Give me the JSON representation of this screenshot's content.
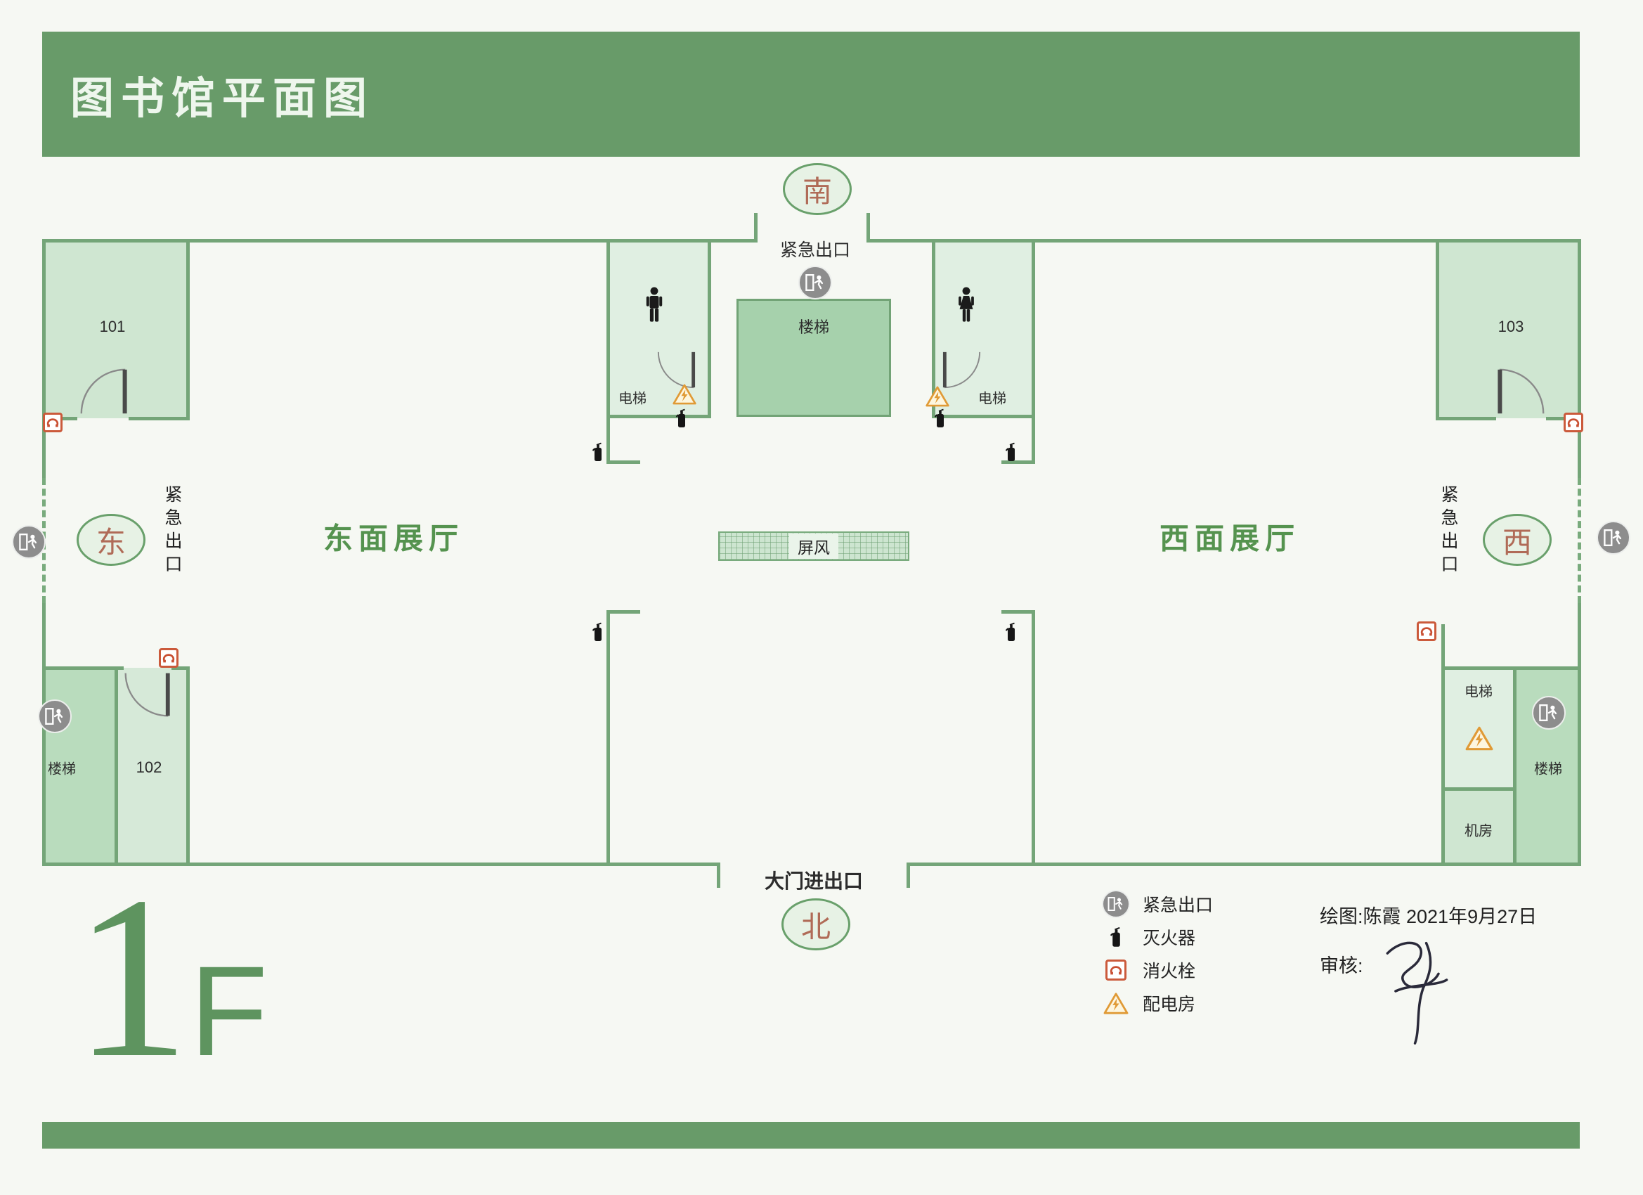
{
  "page": {
    "title": "图书馆平面图",
    "floor_number": "1",
    "floor_letter": "F"
  },
  "compass": {
    "south": "南",
    "north": "北",
    "east": "东",
    "west": "西"
  },
  "plan": {
    "rooms": {
      "room_101": "101",
      "room_102": "102",
      "room_103": "103",
      "stairs_center": "楼梯",
      "stairs_bottom_left": "楼梯",
      "stairs_bottom_right": "楼梯",
      "elevator_top_left": "电梯",
      "elevator_top_right": "电梯",
      "elevator_bottom_right": "电梯",
      "machine_room": "机房",
      "screen": "屏风",
      "east_hall": "东面展厅",
      "west_hall": "西面展厅"
    },
    "labels": {
      "emergency_exit_top": "紧急出口",
      "emergency_exit_left": "紧急出口",
      "emergency_exit_right": "紧急出口",
      "main_entrance": "大门进出口"
    }
  },
  "legend": {
    "items": [
      {
        "icon": "exit-icon",
        "label": "紧急出口"
      },
      {
        "icon": "fire-extinguisher-icon",
        "label": "灭火器"
      },
      {
        "icon": "fire-hydrant-icon",
        "label": "消火栓"
      },
      {
        "icon": "power-room-icon",
        "label": "配电房"
      }
    ]
  },
  "credits": {
    "drawn_by": "绘图:陈霞  2021年9月27日",
    "review_label": "审核:"
  },
  "colors": {
    "banner_green": "#689b69",
    "wall_green": "#74a578",
    "room_fill_green": "#cfe6d1",
    "compass_text": "#b06b57",
    "hydrant_red": "#cb5a3b",
    "warning_orange": "#e09a36"
  }
}
